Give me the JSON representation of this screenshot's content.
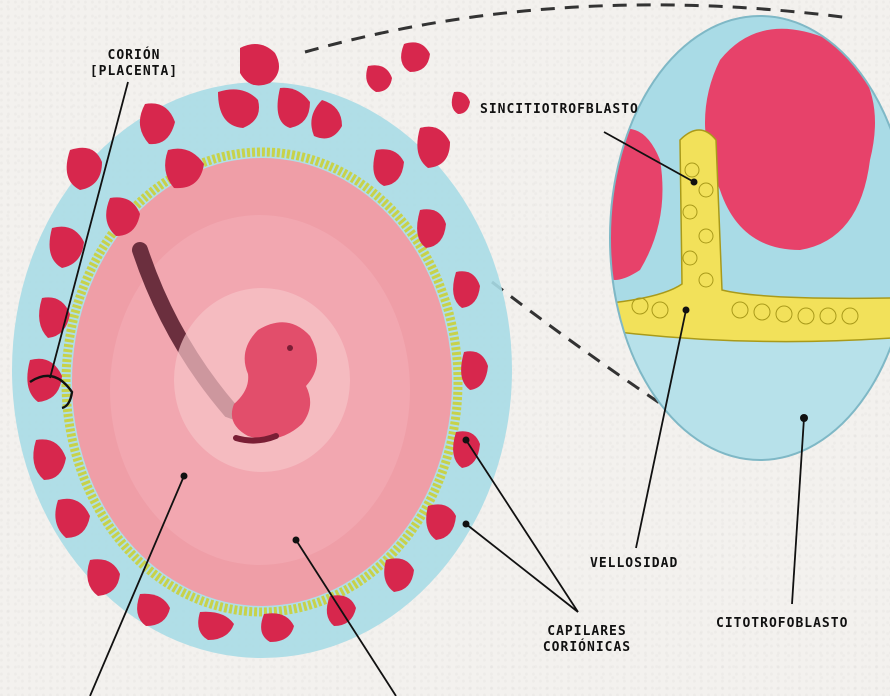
{
  "labels": {
    "corion_line1": "CORIÓN",
    "corion_line2": "[PLACENTA]",
    "sincitiotrofoblasto": "SINCITIOTROFBLASTO",
    "vellosidad": "VELLOSIDAD",
    "capilares_line1": "CAPILARES",
    "capilares_line2": "CORIÓNICAS",
    "citotrofoblasto": "CITOTROFOBLASTO"
  },
  "colors": {
    "blood_red": "#d7274d",
    "amniotic_pink": "#f1a3ab",
    "membrane_blue": "#a9dbe6",
    "villus_yellow": "#f2e15a",
    "umbilical_cord": "#6b2f3e"
  }
}
